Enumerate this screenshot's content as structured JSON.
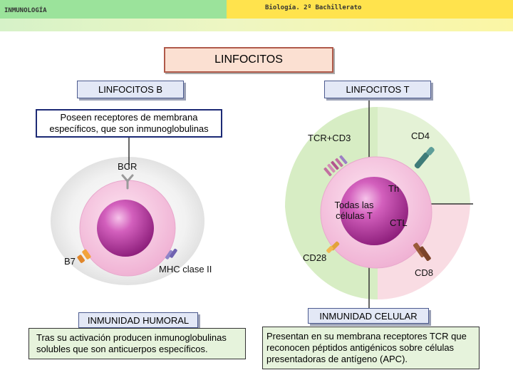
{
  "header": {
    "left_title": "INMUNOLOGÍA",
    "right_title": "Biología. 2º Bachillerato"
  },
  "title": "LINFOCITOS",
  "b_cells": {
    "label": "LINFOCITOS B",
    "description": "Poseen receptores de membrana específicos, que son inmunoglobulinas",
    "receptors": {
      "bcr": "BCR",
      "b7": "B7",
      "mhc": "MHC clase II"
    },
    "immunity": "INMUNIDAD HUMORAL",
    "activation": "Tras su activación producen inmunoglobulinas solubles que son anticuerpos específicos."
  },
  "t_cells": {
    "label": "LINFOCITOS T",
    "receptors": {
      "tcr": "TCR+CD3",
      "cd4": "CD4",
      "cd28": "CD28",
      "cd8": "CD8"
    },
    "all_t_line1": "Todas las",
    "all_t_line2": "células T",
    "subtypes": {
      "th": "Th",
      "ctl": "CTL"
    },
    "immunity": "INMUNIDAD CELULAR",
    "presentation": "Presentan en su membrana receptores TCR que reconocen péptidos antigénicos sobre células presentadoras de antígeno (APC)."
  },
  "colors": {
    "header_green": "#9be39b",
    "header_yellow": "#ffe34d",
    "title_fill": "#fbe0d2",
    "title_border": "#b05a4a",
    "label_fill": "#e3e8f6",
    "description_border": "#1c2a75",
    "info_fill": "#e6f3dc",
    "cell_outer": "#f4c5df",
    "nucleus": "#c43aa8",
    "t_zone_green": "#d7edc4",
    "t_zone_pink": "#f9dce3"
  }
}
